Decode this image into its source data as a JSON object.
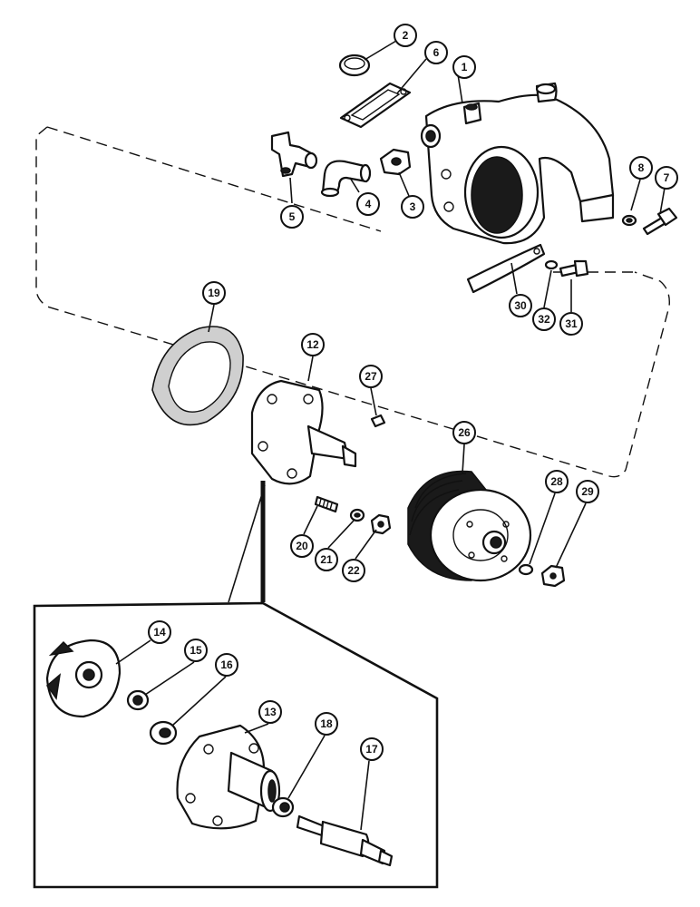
{
  "callouts": {
    "c1": "1",
    "c2": "2",
    "c3": "3",
    "c4": "4",
    "c5": "5",
    "c6": "6",
    "c7": "7",
    "c8": "8",
    "c12": "12",
    "c13": "13",
    "c14": "14",
    "c15": "15",
    "c16": "16",
    "c17": "17",
    "c18": "18",
    "c19": "19",
    "c20": "20",
    "c21": "21",
    "c22": "22",
    "c26": "26",
    "c27": "27",
    "c28": "28",
    "c29": "29",
    "c30": "30",
    "c31": "31",
    "c32": "32"
  },
  "icons": {
    "pump-housing": "water-pump-housing-icon",
    "pulley": "fan-pulley-icon",
    "impeller": "impeller-icon"
  }
}
